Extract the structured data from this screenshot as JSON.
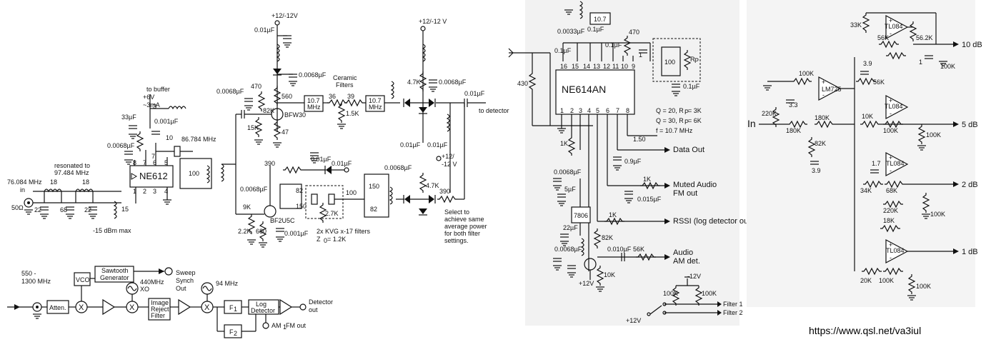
{
  "panel1": {
    "supply": "+12/-12V",
    "supply2": "+12/-12 V",
    "cap_001": "0.01µF",
    "cap_0068a": "0.0068µF",
    "cap_0068b": "0.0068µF",
    "cap_0068c": "0.0068µF",
    "cap_0068d": "0.0068µF",
    "cap_0068e": "0.0068µF",
    "r470": "470",
    "r560": "560",
    "r82k": "82K",
    "r15k": "15K",
    "r47": "47",
    "bfw30": "BFW30",
    "ceramic": "Ceramic",
    "filters": "Filters",
    "f107a_top": "10.7",
    "f107a_bot": "MHz",
    "f107b_top": "10.7",
    "f107b_bot": "MHz",
    "r36": "36",
    "r39": "39",
    "r15kb": "1.5K",
    "r47k_top": "4.7K",
    "cap_001b": "0.01µF",
    "to_detector": "to detector",
    "to_buffer": "to buffer",
    "plus6v": "+6V",
    "ma3": "~3mA",
    "cap33": "33µF",
    "n3": "3",
    "cap0001": "0.001µF",
    "n10": "10",
    "mhz86": "86.784 MHz",
    "n7": "7",
    "ne612": "NE612",
    "pins_top": [
      "8",
      "7",
      "6",
      "5"
    ],
    "pins_bot": [
      "1",
      "2",
      "3",
      "4"
    ],
    "n100": "100",
    "resonated_1": "resonated to",
    "resonated_2": "97.484 MHz",
    "in_freq": "76.084 MHz",
    "in_label": "in",
    "ohm50": "50Ω",
    "n18a": "18",
    "n18b": "18",
    "n22a": "22",
    "n68": "68",
    "n22b": "22",
    "n15": "15",
    "dbm": "-15 dBm max",
    "r390": "390",
    "cap_001c": "0.01µF",
    "cap_001d": "0.01µF",
    "n82a": "82",
    "n150a": "150",
    "n100b": "100",
    "n150b": "150",
    "n82b": "82",
    "r27k": "2.7K",
    "bf2u5c": "BF2U5C",
    "r9k": "9K",
    "r22k": "2.2K",
    "r680": "680",
    "cap0001b": "0.001µF",
    "kvg_1": "2x KVG x-17 filters",
    "kvg_2": "Z",
    "kvg_3": "= 1.2K",
    "plus12": "+12/",
    "minus12": "-12 V",
    "r47k_bot": "4.7K",
    "r390b": "390",
    "select_1": "Select to",
    "select_2": "achieve same",
    "select_3": "average power",
    "select_4": "for both filter",
    "select_5": "settings."
  },
  "block": {
    "sawtooth_1": "Sawtooth",
    "sawtooth_2": "Generator",
    "sweep_1": "Sweep",
    "sweep_2": "Synch",
    "sweep_3": "Out",
    "mhz94": "94 MHz",
    "range_1": "550 -",
    "range_2": "1300 MHz",
    "vco": "VCO",
    "xo_1": "440MHz",
    "xo_2": "XO",
    "atten": "Atten.",
    "x1": "X",
    "x2": "X",
    "x3": "X",
    "image_1": "Image",
    "image_2": "Reject",
    "image_3": "Filter",
    "f1": "F",
    "f1s": "1",
    "f2": "F",
    "f2s": "2",
    "log_1": "Log",
    "log_2": "Detector",
    "det_1": "Detector",
    "det_2": "out",
    "am_fm": "AM",
    "am_fm_s": "1",
    "am_fm_2": "FM out"
  },
  "panel2": {
    "cap00033": "0.0033µF",
    "cap01a": "0.1µF",
    "cap01b": "0.1µF",
    "cap01c": "0.1µF",
    "cap01d": "0.1µF",
    "f107": "10.7",
    "r470": "470",
    "n1": "1",
    "n100": "100",
    "rp": "R",
    "rp_s": "P",
    "r430": "430",
    "pins_top": [
      "16",
      "15",
      "14",
      "13",
      "12",
      "11",
      "10",
      "9"
    ],
    "chip": "NE614AN",
    "pins_bot": [
      "1",
      "2",
      "3",
      "4",
      "5",
      "6",
      "7",
      "8"
    ],
    "q1": "Q = 20, R",
    "q1_s": "P",
    "q1_e": " = 3K",
    "q2": "Q = 30, R",
    "q2_s": "P",
    "q2_e": " = 6K",
    "fq": "f = 10.7 MHz",
    "r1k": "1K",
    "r150": "1.50",
    "data_out": "Data Out",
    "cap09": "0.9µF",
    "cap0068a": "0.0068µF",
    "cap5": "5µF",
    "r1kb": "1K",
    "muted_1": "Muted Audio",
    "muted_2": "FM out",
    "cap0015": "0.015µF",
    "reg": "7806",
    "r1kc": "1K",
    "rssi": "RSSI (log detector out)",
    "cap22": "22µF",
    "r82k": "82K",
    "cap0068b": "0.0068µF",
    "cap0010": "0.010µF",
    "r56k": "56K",
    "audio_1": "Audio",
    "audio_2": "AM det.",
    "plus12": "+12V",
    "r10k": "10K",
    "minus12": "-12V",
    "r100ka": "100K",
    "r100kb": "100K",
    "filter1": "Filter 1",
    "filter2": "Filter 2",
    "plus12b": "+12V"
  },
  "panel3": {
    "r33k": "33K",
    "r56ka": "56K",
    "tl084a": "TL084",
    "r562k": "56.2K",
    "db10": "10 dB",
    "n1": "1",
    "r100ka": "100K",
    "n39a": "3.9",
    "r100kb": "100K",
    "lm725": "LM725",
    "r56kb": "56K",
    "n33": "3.3",
    "tl084b": "TL084",
    "r220ka": "220K",
    "r180ka": "180K",
    "in": "In",
    "r180kb": "180K",
    "r10k": "10K",
    "r100kc": "100K",
    "db5": "5 dB",
    "r82k": "82K",
    "r100kd": "100K",
    "n39b": "3.9",
    "n17": "1.7",
    "tl084c": "TL084",
    "r34k": "34K",
    "r68k": "68K",
    "db2": "2 dB",
    "r220kb": "220K",
    "r100ke": "100K",
    "r18k": "18K",
    "tl084d": "TL084",
    "db1": "1 dB",
    "r20k": "20K",
    "r100kf": "100K",
    "r100kg": "100K"
  },
  "url": "https://www.qsl.net/va3iul"
}
